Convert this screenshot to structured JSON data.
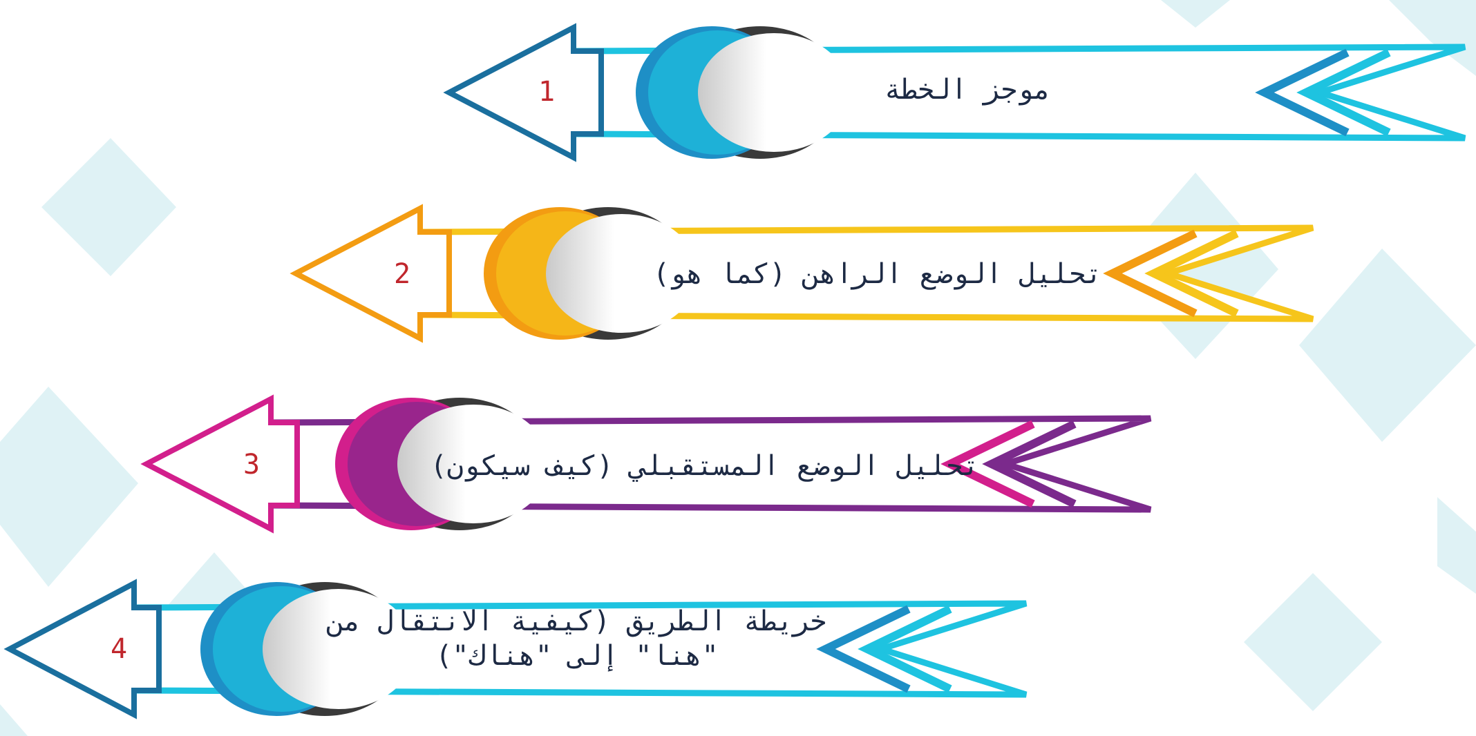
{
  "colors": {
    "blue": "#1e8fc6",
    "blue_dark": "#1a6f9e",
    "cyan": "#1ec3e0",
    "orange": "#f39c12",
    "yellow": "#f6c51b",
    "magenta": "#d21f8c",
    "purple": "#7b2a8c",
    "number": "#c0262c",
    "text": "#1d2a44",
    "diamond": "#dff2f5"
  },
  "steps": [
    {
      "number": "1",
      "label": "موجز الخطة"
    },
    {
      "number": "2",
      "label": "تحليل الوضع الراهن (كما هو)"
    },
    {
      "number": "3",
      "label": "تحليل الوضع المستقبلي (كيف سيكون)"
    },
    {
      "number": "4",
      "label": "خريطة الطريق (كيفية الانتقال من \"هنا\" إلى \"هناك\")"
    }
  ]
}
